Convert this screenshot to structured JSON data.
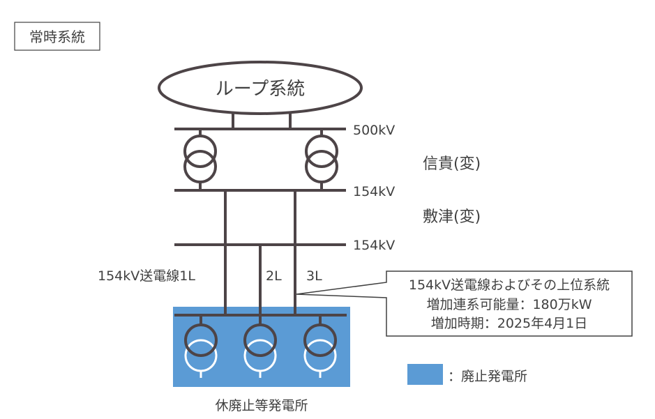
{
  "mode_label": "常時系統",
  "loop_label": "ループ系統",
  "voltages": {
    "v500": "500kV",
    "v154_upper": "154kV",
    "v154_lower": "154kV"
  },
  "substations": {
    "shinano": "信貴(変)",
    "shikitsu": "敷津(変)"
  },
  "lines": {
    "line1": "154kV送電線1L",
    "line2": "2L",
    "line3": "3L"
  },
  "callout": {
    "line1": "154kV送電線およびその上位系統",
    "line2": "増加連系可能量：180万kW",
    "line3": "増加時期：2025年4月1日"
  },
  "plant_label": "休廃止等発電所",
  "legend": {
    "color": "#5b9bd5",
    "label": "：廃止発電所"
  },
  "colors": {
    "line": "#4d4447",
    "box_fill": "#5b9bd5",
    "text": "#404040"
  }
}
